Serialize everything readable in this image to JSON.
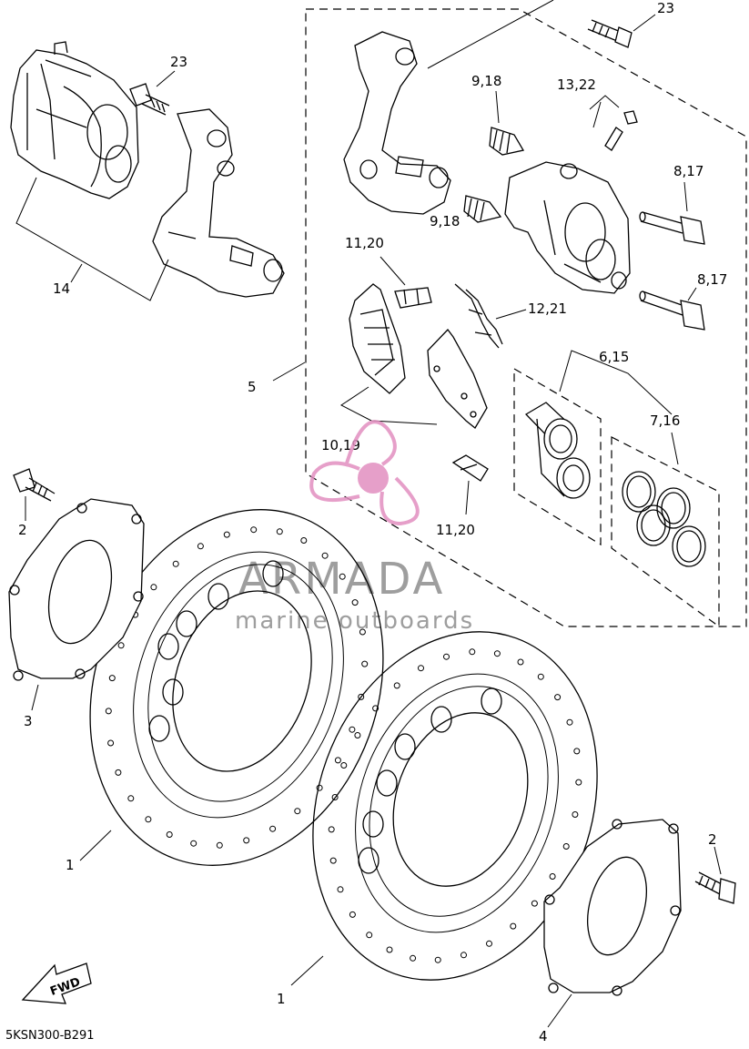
{
  "diagram": {
    "code": "5KSN300-B291",
    "fwd_label": "FWD",
    "labels": {
      "l23_top": "23",
      "l23_left": "23",
      "l9_18_a": "9,18",
      "l13_22": "13,22",
      "l8_17_a": "8,17",
      "l8_17_b": "8,17",
      "l9_18_b": "9,18",
      "l11_20_a": "11,20",
      "l12_21": "12,21",
      "l6_15": "6,15",
      "l7_16": "7,16",
      "l14": "14",
      "l5": "5",
      "l10_19": "10,19",
      "l11_20_b": "11,20",
      "l2_left": "2",
      "l3": "3",
      "l1_left": "1",
      "l2_right": "2",
      "l1_bottom": "1",
      "l4": "4"
    }
  },
  "watermark": {
    "brand": "ARMADA",
    "tagline": "marine outboards",
    "logo_color": "#e28fc0"
  }
}
